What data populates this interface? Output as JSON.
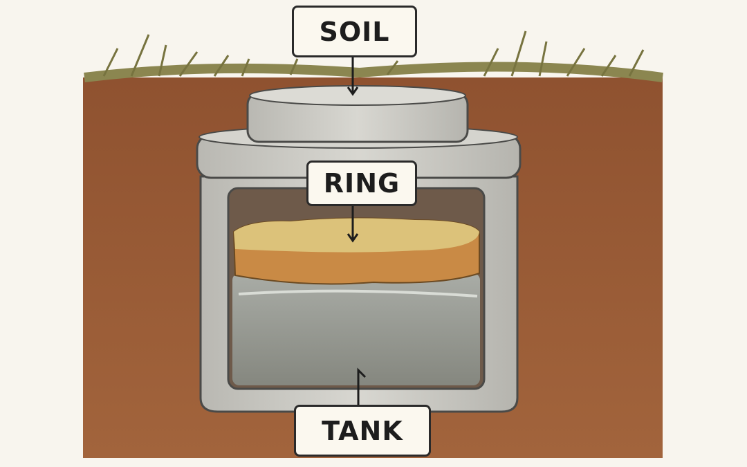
{
  "labels": {
    "soil": "SOIL",
    "ring": "RING",
    "tank": "TANK"
  },
  "colors": {
    "background": "#f8f5ee",
    "soil": "#9b5b35",
    "grass": "#7d7a45",
    "concrete": "#c9c8c2",
    "sand": "#d6b56a",
    "water": "#8f918a"
  }
}
